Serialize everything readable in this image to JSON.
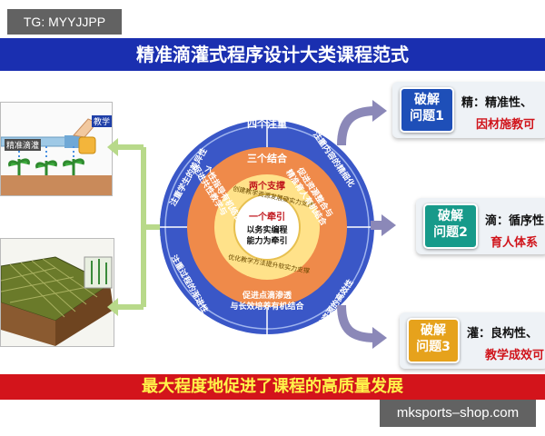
{
  "watermark_top": "TG: MYYJJPP",
  "watermark_bottom": "mksports–shop.com",
  "title": "精准滴灌式程序设计大类课程范式",
  "bottom_banner": "最大程度地促进了课程的高质量发展",
  "images": {
    "drip_sign": "精准滴灌",
    "hand_card": "教学"
  },
  "circle": {
    "center": [
      "以务实编程",
      "能力为牵引"
    ],
    "ring1_label": "一个牵引",
    "ring2_label": "两个支撑",
    "ring2_arc_top": "创建教学资源发展硬实力支撑",
    "ring2_arc_bottom": "优化教学方法提升软实力支撑",
    "ring3_label": "三个结合",
    "ring3_left": [
      "促进共性教学与",
      "个性指导有机结合"
    ],
    "ring3_right": [
      "促进资源整合与",
      "精准育人有机结合"
    ],
    "ring3_bottom": [
      "促进点滴渗透",
      "与长效培养有机结合"
    ],
    "ring4_label": "四个注重",
    "ring4_tr": "注重内容的精细化",
    "ring4_tl": "注重学生的差异性",
    "ring4_bl": "注重过程的渐进性",
    "ring4_br": "注重资源的高效性"
  },
  "problems": [
    {
      "tag": [
        "破解",
        "问题1"
      ],
      "line1": "精：精准性、",
      "line2": "因材施教可",
      "color": "#1e4fb8"
    },
    {
      "tag": [
        "破解",
        "问题2"
      ],
      "line1": "滴：循序性",
      "line2": "育人体系",
      "color": "#179a8a"
    },
    {
      "tag": [
        "破解",
        "问题3"
      ],
      "line1": "灌：良构性、",
      "line2": "教学成效可",
      "color": "#e6a21c"
    }
  ],
  "colors": {
    "title_bar": "#1a2fb0",
    "bottom_bar": "#d3141b",
    "bottom_text": "#fff34a",
    "ring_outer": "#3a57c7",
    "ring_third": "#ef8a4a",
    "ring_second": "#ffe28a",
    "center": "#ffffff",
    "arrow": "#8b88b8",
    "link_arrow": "#b8d98a"
  }
}
